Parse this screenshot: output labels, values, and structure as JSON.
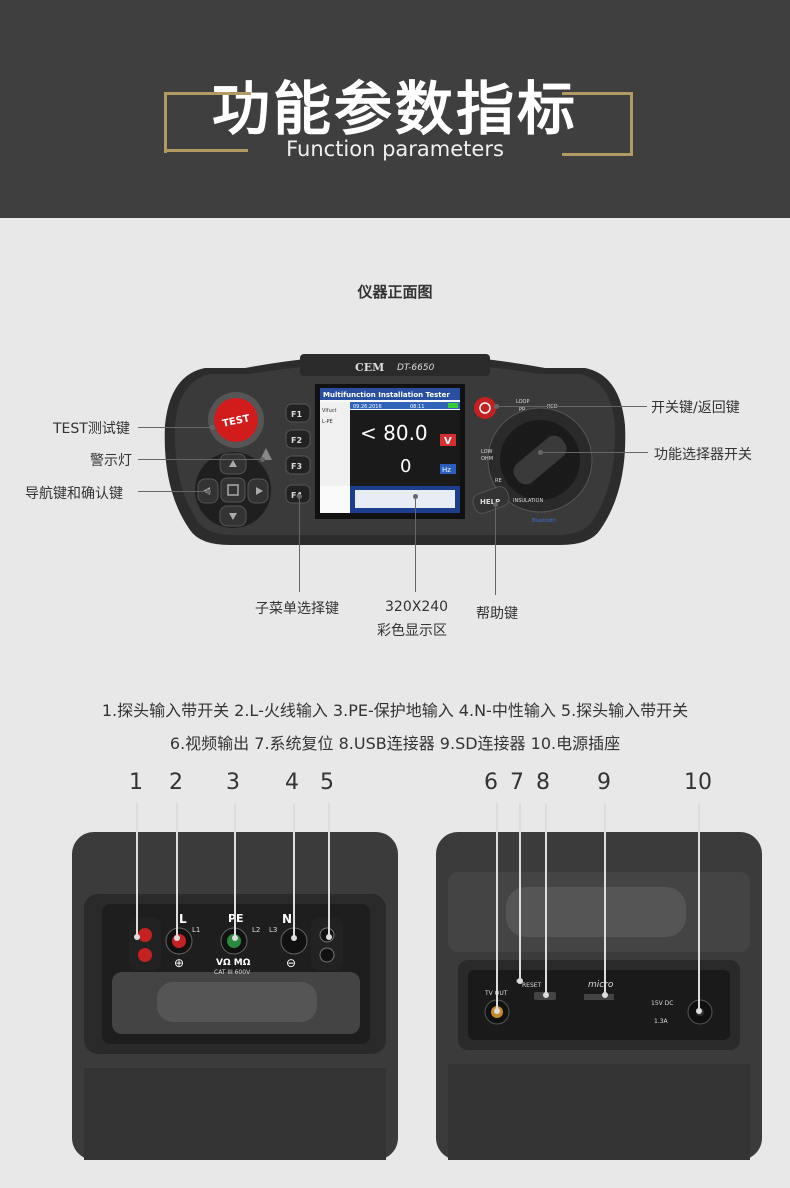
{
  "header": {
    "title_cn": "功能参数指标",
    "title_en": "Function parameters"
  },
  "front": {
    "title": "仪器正面图",
    "brand": "CEM",
    "model": "DT-6650",
    "screen": {
      "title": "Multifunction Installation Tester",
      "date": "09.26.2016",
      "time": "08:11",
      "mode": "Vlfuct",
      "sub": "L-PE",
      "main_value": "< 80.0",
      "main_unit": "V",
      "second_value": "0",
      "second_unit": "Hz"
    },
    "keys": {
      "test": "TEST",
      "f1": "F1",
      "f2": "F2",
      "f3": "F3",
      "f4": "F4",
      "help": "HELP",
      "loop": "LOOP",
      "rcd": "RCD",
      "low_ohm": "LOW OHM",
      "re": "RE",
      "insulation": "INSULATION",
      "bluetooth": "Bluetooth"
    },
    "labels": {
      "test_key": "TEST测试键",
      "warn_light": "警示灯",
      "nav_key": "导航键和确认键",
      "submenu_key": "子菜单选择键",
      "display": "320X240\n彩色显示区",
      "display_l1": "320X240",
      "display_l2": "彩色显示区",
      "help_key": "帮助键",
      "power_key": "开关键/返回键",
      "selector": "功能选择器开关"
    }
  },
  "ports": {
    "line1": "1.探头输入带开关  2.L-火线输入   3.PE-保护地输入   4.N-中性输入   5.探头输入带开关",
    "line2": "6.视频输出  7.系统复位  8.USB连接器  9.SD连接器  10.电源插座",
    "numbers": [
      "1",
      "2",
      "3",
      "4",
      "5",
      "6",
      "7",
      "8",
      "9",
      "10"
    ],
    "left_panel": {
      "l": "L",
      "l1": "L1",
      "pe": "PE",
      "l2": "L2",
      "n": "N",
      "l3": "L3",
      "plus": "⊕",
      "minus": "⊖",
      "vomega": "VΩ MΩ",
      "cat": "CAT III 600V"
    },
    "right_panel": {
      "tvout": "TV OUT",
      "reset": "RESET",
      "micro": "micro",
      "dc": "15V DC",
      "amp": "1.3A"
    }
  }
}
